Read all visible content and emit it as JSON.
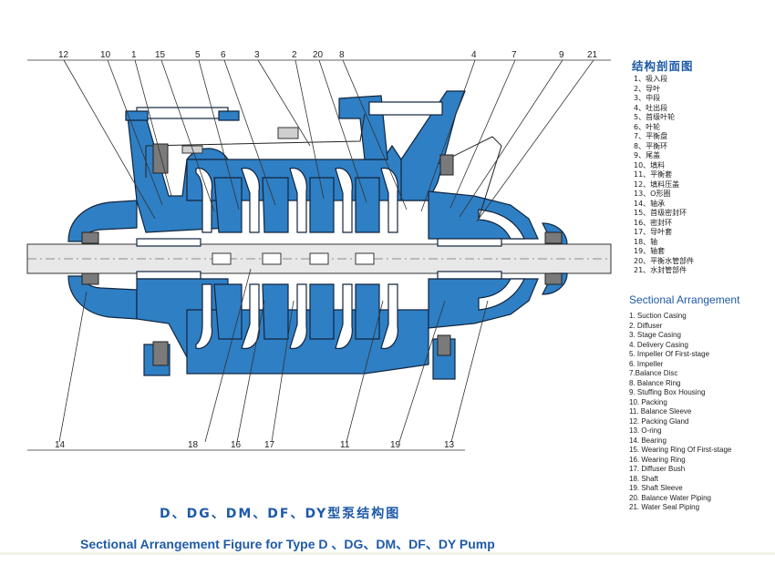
{
  "legend_cn": {
    "title": "结构剖面图",
    "items": [
      "1、吸入段",
      "2、导叶",
      "3、中段",
      "4、吐出段",
      "5、首级叶轮",
      "6、叶轮",
      "7、平衡盘",
      "8、平衡环",
      "9、尾盖",
      "10、填料",
      "11、平衡套",
      "12、填料压盖",
      "13、O形圈",
      "14、轴承",
      "15、首级密封环",
      "16、密封环",
      "17、导叶套",
      "18、轴",
      "19、轴套",
      "20、平衡水管部件",
      "21、水封管部件"
    ]
  },
  "legend_en": {
    "title": "Sectional Arrangement",
    "items": [
      "1. Suction Casing",
      "2. Diffuser",
      "3. Stage Casing",
      "4. Delivery Casing",
      "5. Impeller Of First-stage",
      "6. Impeller",
      "7.Balance Disc",
      "8. Balance Ring",
      "9. Stuffing Box Housing",
      "10. Packing",
      "11. Balance Sleeve",
      "12. Packing Gland",
      "13. O-ring",
      "14. Bearing",
      "15. Wearing Ring Of First-stage",
      "16. Wearing Ring",
      "17. Diffuser Bush",
      "18. Shaft",
      "19. Shaft Sleeve",
      "20. Balance Water Piping",
      "21. Water Seal Piping"
    ]
  },
  "callouts_top": [
    "12",
    "10",
    "1",
    "15",
    "5",
    "6",
    "3",
    "2",
    "20",
    "8",
    "4",
    "7",
    "9",
    "21"
  ],
  "callouts_bottom": [
    "14",
    "18",
    "16",
    "17",
    "11",
    "19",
    "13"
  ],
  "caption_cn": "D、DG、DM、DF、DY型泵结构图",
  "caption_en": "Sectional Arrangement Figure for Type D 、DG、DM、DF、DY Pump",
  "colors": {
    "casing": "#2f7fc4",
    "caption": "#1e5aa8"
  }
}
